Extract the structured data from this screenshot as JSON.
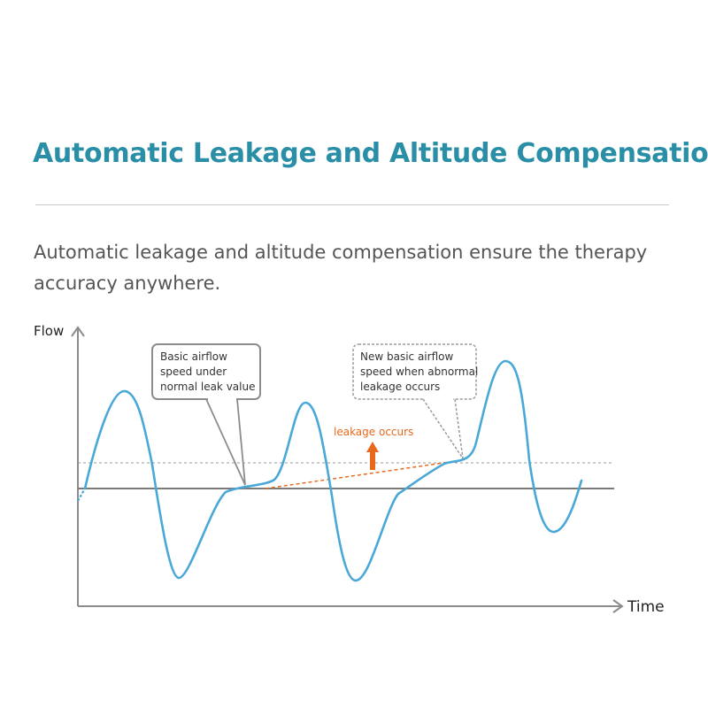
{
  "header": {
    "title": "Automatic Leakage and Altitude Compensation",
    "description": "Automatic leakage and altitude compensation ensure the therapy accuracy anywhere."
  },
  "diagram": {
    "y_axis_label": "Flow",
    "x_axis_label": "Time",
    "callout_normal": [
      "Basic airflow",
      "speed under",
      "normal leak value"
    ],
    "callout_abnormal": [
      "New basic airflow",
      "speed when abnormal",
      "leakage occurs"
    ],
    "leak_label": "leakage occurs",
    "colors": {
      "waveform": "#4aa8d8",
      "leak_indicator": "#e8691c",
      "axis": "#8c8c8c",
      "title": "#2a8fa6"
    }
  }
}
